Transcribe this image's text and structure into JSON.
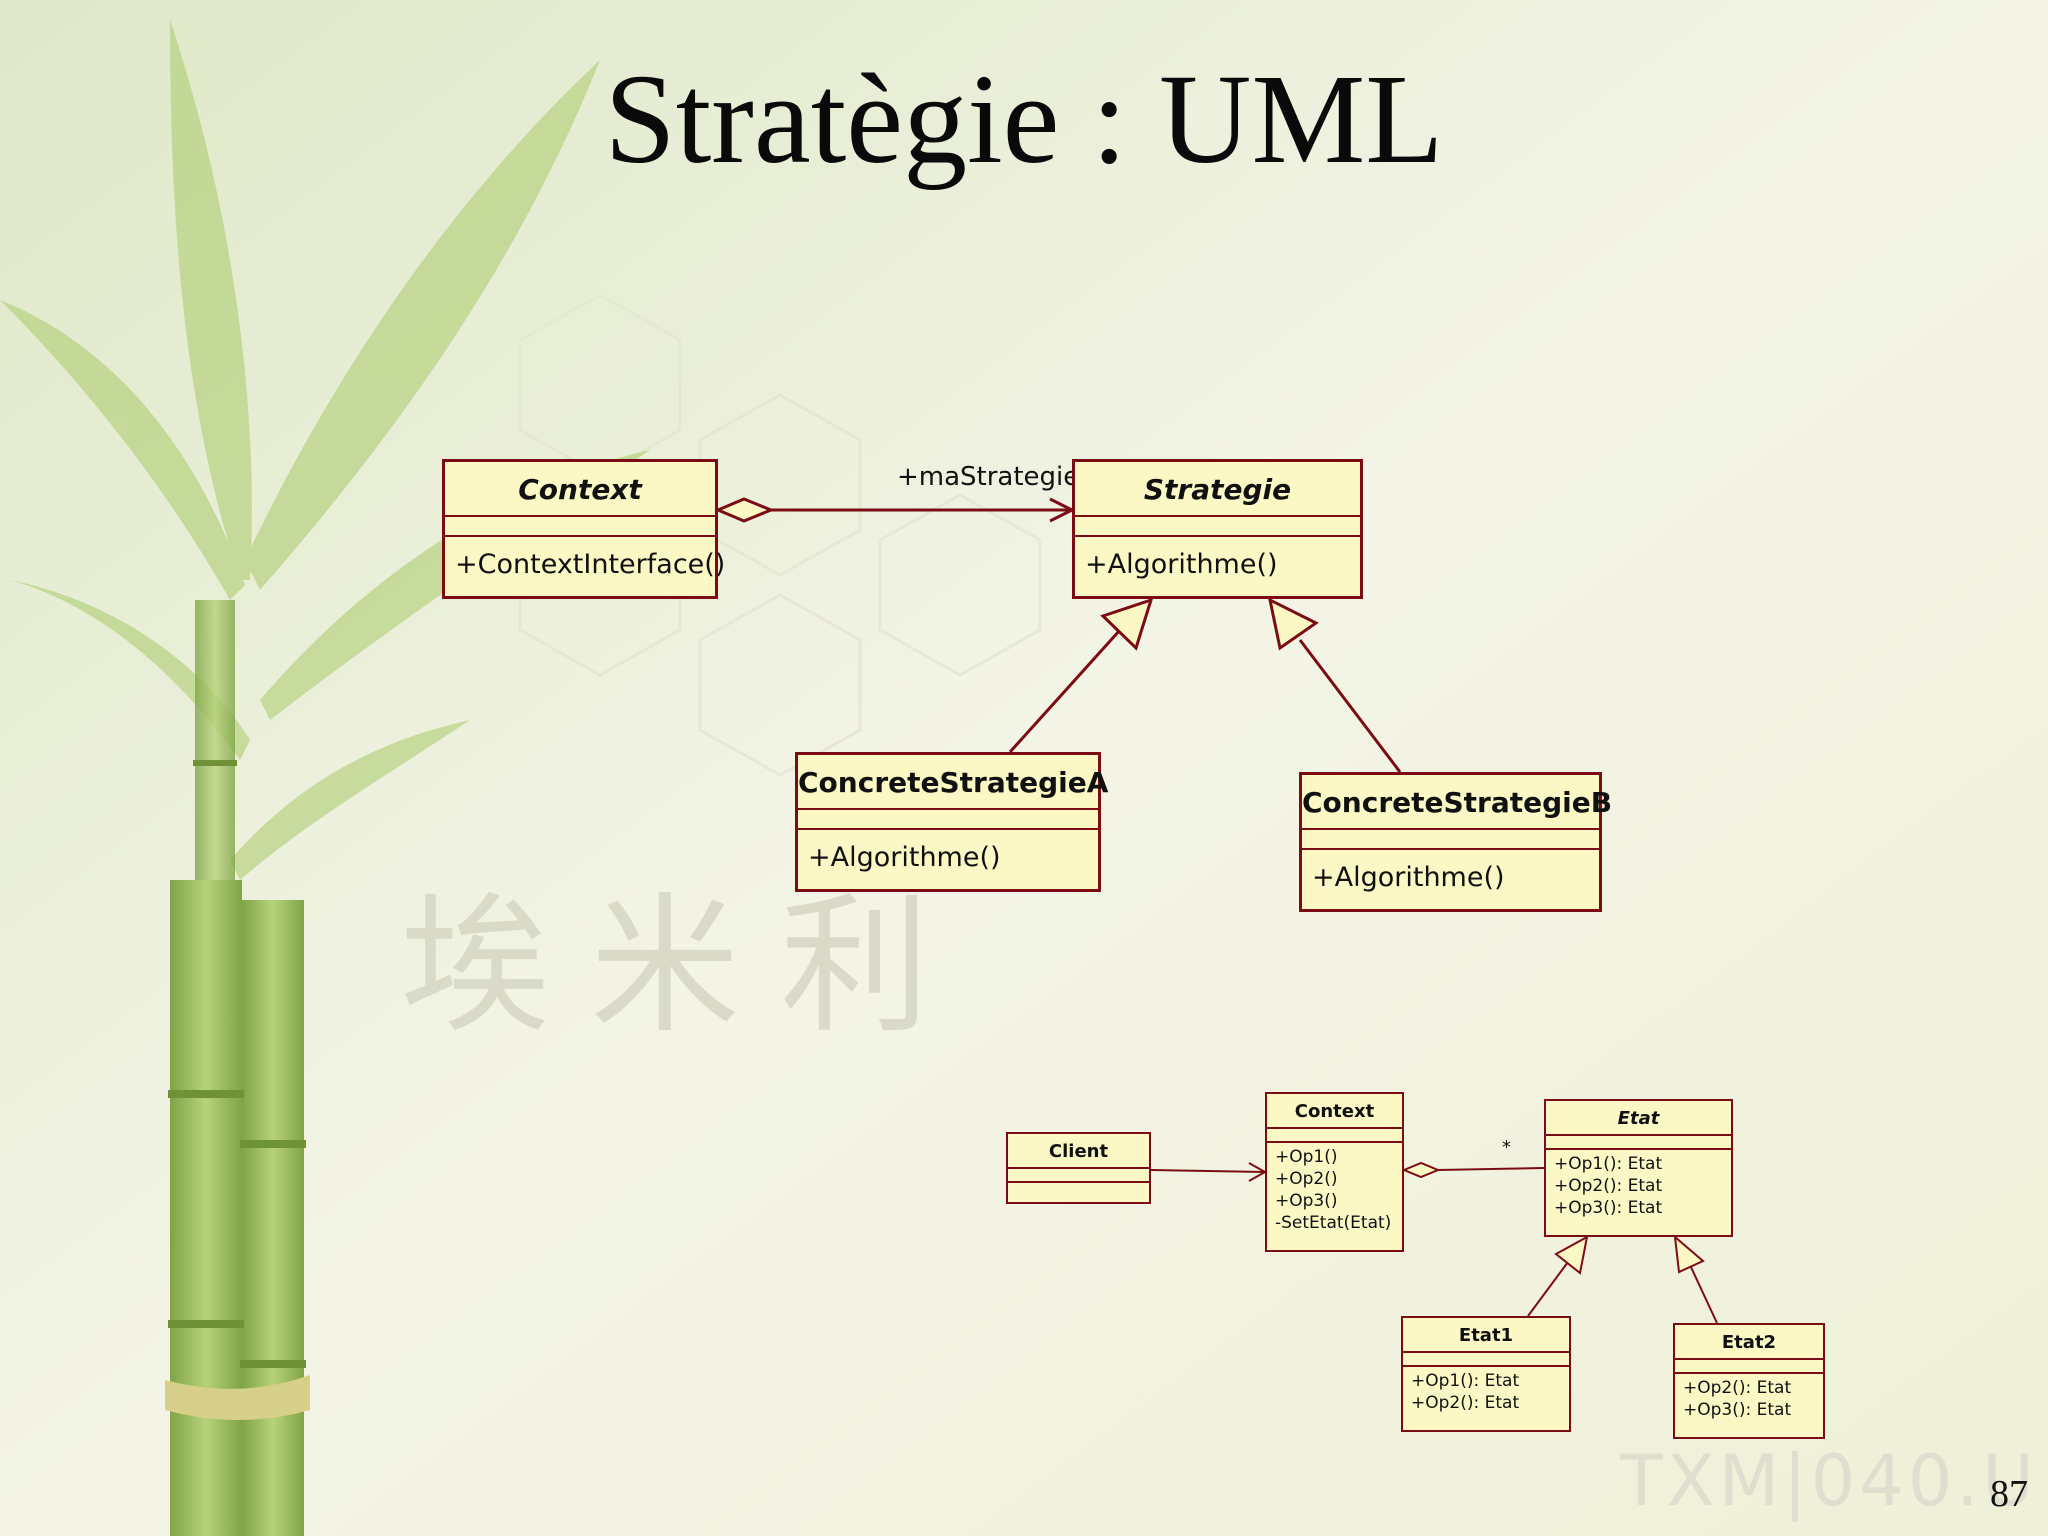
{
  "slide": {
    "title": "Stratègie : UML",
    "page_number": "87",
    "watermark_chars": "埃米利",
    "watermark_logo": "TXM|040.U"
  },
  "diagram1": {
    "context": {
      "name": "Context",
      "ops": [
        "+ContextInterface()"
      ]
    },
    "strategie": {
      "name": "Strategie",
      "ops": [
        "+Algorithme()"
      ]
    },
    "concreteA": {
      "name": "ConcreteStrategieA",
      "ops": [
        "+Algorithme()"
      ]
    },
    "concreteB": {
      "name": "ConcreteStrategieB",
      "ops": [
        "+Algorithme()"
      ]
    },
    "role_label": "+maStrategie"
  },
  "diagram2": {
    "client": {
      "name": "Client"
    },
    "context": {
      "name": "Context",
      "ops": [
        "+Op1()",
        "+Op2()",
        "+Op3()",
        "-SetEtat(Etat)"
      ]
    },
    "etat": {
      "name": "Etat",
      "ops": [
        "+Op1(): Etat",
        "+Op2(): Etat",
        "+Op3(): Etat"
      ]
    },
    "etat1": {
      "name": "Etat1",
      "ops": [
        "+Op1(): Etat",
        "+Op2(): Etat"
      ]
    },
    "etat2": {
      "name": "Etat2",
      "ops": [
        "+Op2(): Etat",
        "+Op3(): Etat"
      ]
    },
    "multiplicity": "*"
  },
  "colors": {
    "box_fill": "#fbf8c6",
    "box_border": "#7c0c14",
    "background": "#f2f3e2",
    "bamboo": "#9cc25a"
  }
}
